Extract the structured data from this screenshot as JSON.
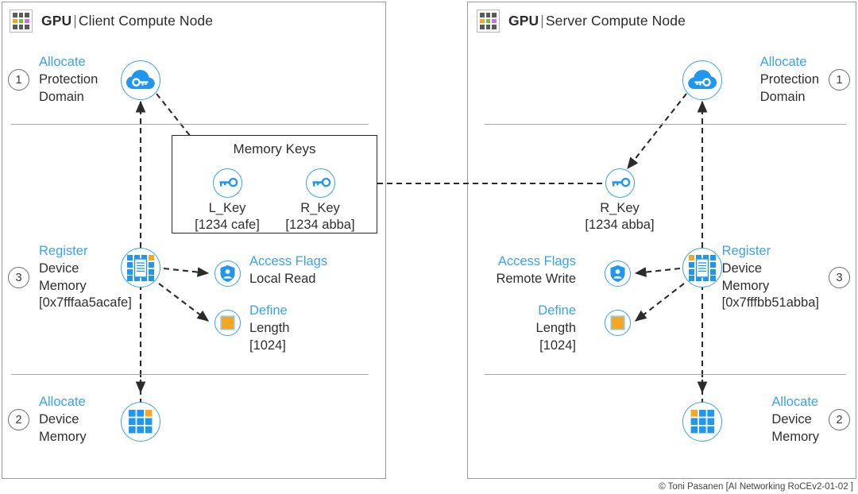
{
  "footer": {
    "text": "© Toni Pasanen [AI Networking RoCEv2-01-02 ]"
  },
  "client": {
    "header": {
      "gpu_label": "GPU",
      "separator": "|",
      "node_name": "Client Compute Node",
      "icon": "gpu-grid-icon"
    },
    "step1": {
      "num": "1",
      "highlight": "Allocate",
      "line1": "Protection",
      "line2": "Domain",
      "icon": "cloud-key-icon"
    },
    "step3": {
      "num": "3",
      "highlight": "Register",
      "line1": "Device",
      "line2": "Memory",
      "line3": "[0x7fffaa5acafe]",
      "icon": "register-memory-icon"
    },
    "step2": {
      "num": "2",
      "highlight": "Allocate",
      "line1": "Device",
      "line2": "Memory",
      "icon": "device-memory-grid-icon"
    },
    "access_flags": {
      "highlight": "Access Flags",
      "value": "Local Read",
      "icon": "shield-person-icon"
    },
    "define_length": {
      "highlight": "Define",
      "line1": "Length",
      "line2": "[1024]",
      "icon": "orange-square-icon"
    }
  },
  "server": {
    "header": {
      "gpu_label": "GPU",
      "separator": "|",
      "node_name": "Server Compute Node",
      "icon": "gpu-grid-icon"
    },
    "step1": {
      "num": "1",
      "highlight": "Allocate",
      "line1": "Protection",
      "line2": "Domain",
      "icon": "cloud-key-icon"
    },
    "step3": {
      "num": "3",
      "highlight": "Register",
      "line1": "Device",
      "line2": "Memory",
      "line3": "[0x7fffbb51abba]",
      "icon": "register-memory-icon"
    },
    "step2": {
      "num": "2",
      "highlight": "Allocate",
      "line1": "Device",
      "line2": "Memory",
      "icon": "device-memory-grid-icon"
    },
    "access_flags": {
      "highlight": "Access Flags",
      "value": "Remote Write",
      "icon": "shield-person-icon"
    },
    "define_length": {
      "highlight": "Define",
      "line1": "Length",
      "line2": "[1024]",
      "icon": "orange-square-icon"
    },
    "rkey": {
      "name": "R_Key",
      "value": "[1234 abba]",
      "icon": "key-icon"
    }
  },
  "memory_keys": {
    "title": "Memory Keys",
    "lkey": {
      "name": "L_Key",
      "value": "[1234 cafe]",
      "icon": "key-icon"
    },
    "rkey": {
      "name": "R_Key",
      "value": "[1234 abba]",
      "icon": "key-icon"
    }
  },
  "colors": {
    "accent_blue": "#3aa3e8",
    "orange": "#f5a623",
    "green": "#79bb42",
    "purple": "#cc6ef0",
    "gray_text": "#2f2f2f",
    "panel_border": "#9a9a9a"
  }
}
